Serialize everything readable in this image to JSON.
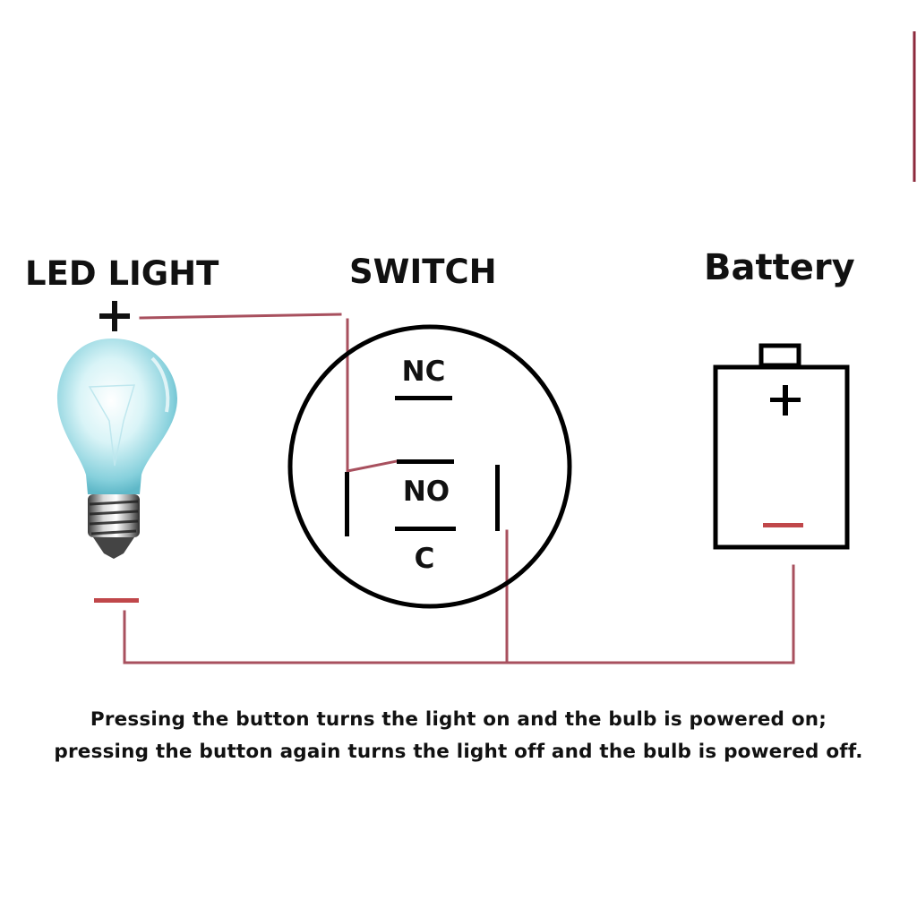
{
  "title_labels": {
    "led": "LED LIGHT",
    "switch": "SWITCH",
    "battery": "Battery"
  },
  "switch_terminals": {
    "nc": "NC",
    "no": "NO",
    "c": "C"
  },
  "polarity": {
    "positive": "+",
    "negative": "−"
  },
  "caption": {
    "line1": "Pressing the button turns the light on and the bulb is powered on;",
    "line2": "pressing the button again turns the light off and the bulb is powered off."
  },
  "colors": {
    "wire": "#a8505e",
    "negative_mark": "#c0474a",
    "outline": "#000000",
    "bulb_glass": "#8fd6e0"
  },
  "icons": {
    "bulb": "light-bulb-icon",
    "battery": "battery-icon",
    "switch": "switch-icon"
  }
}
